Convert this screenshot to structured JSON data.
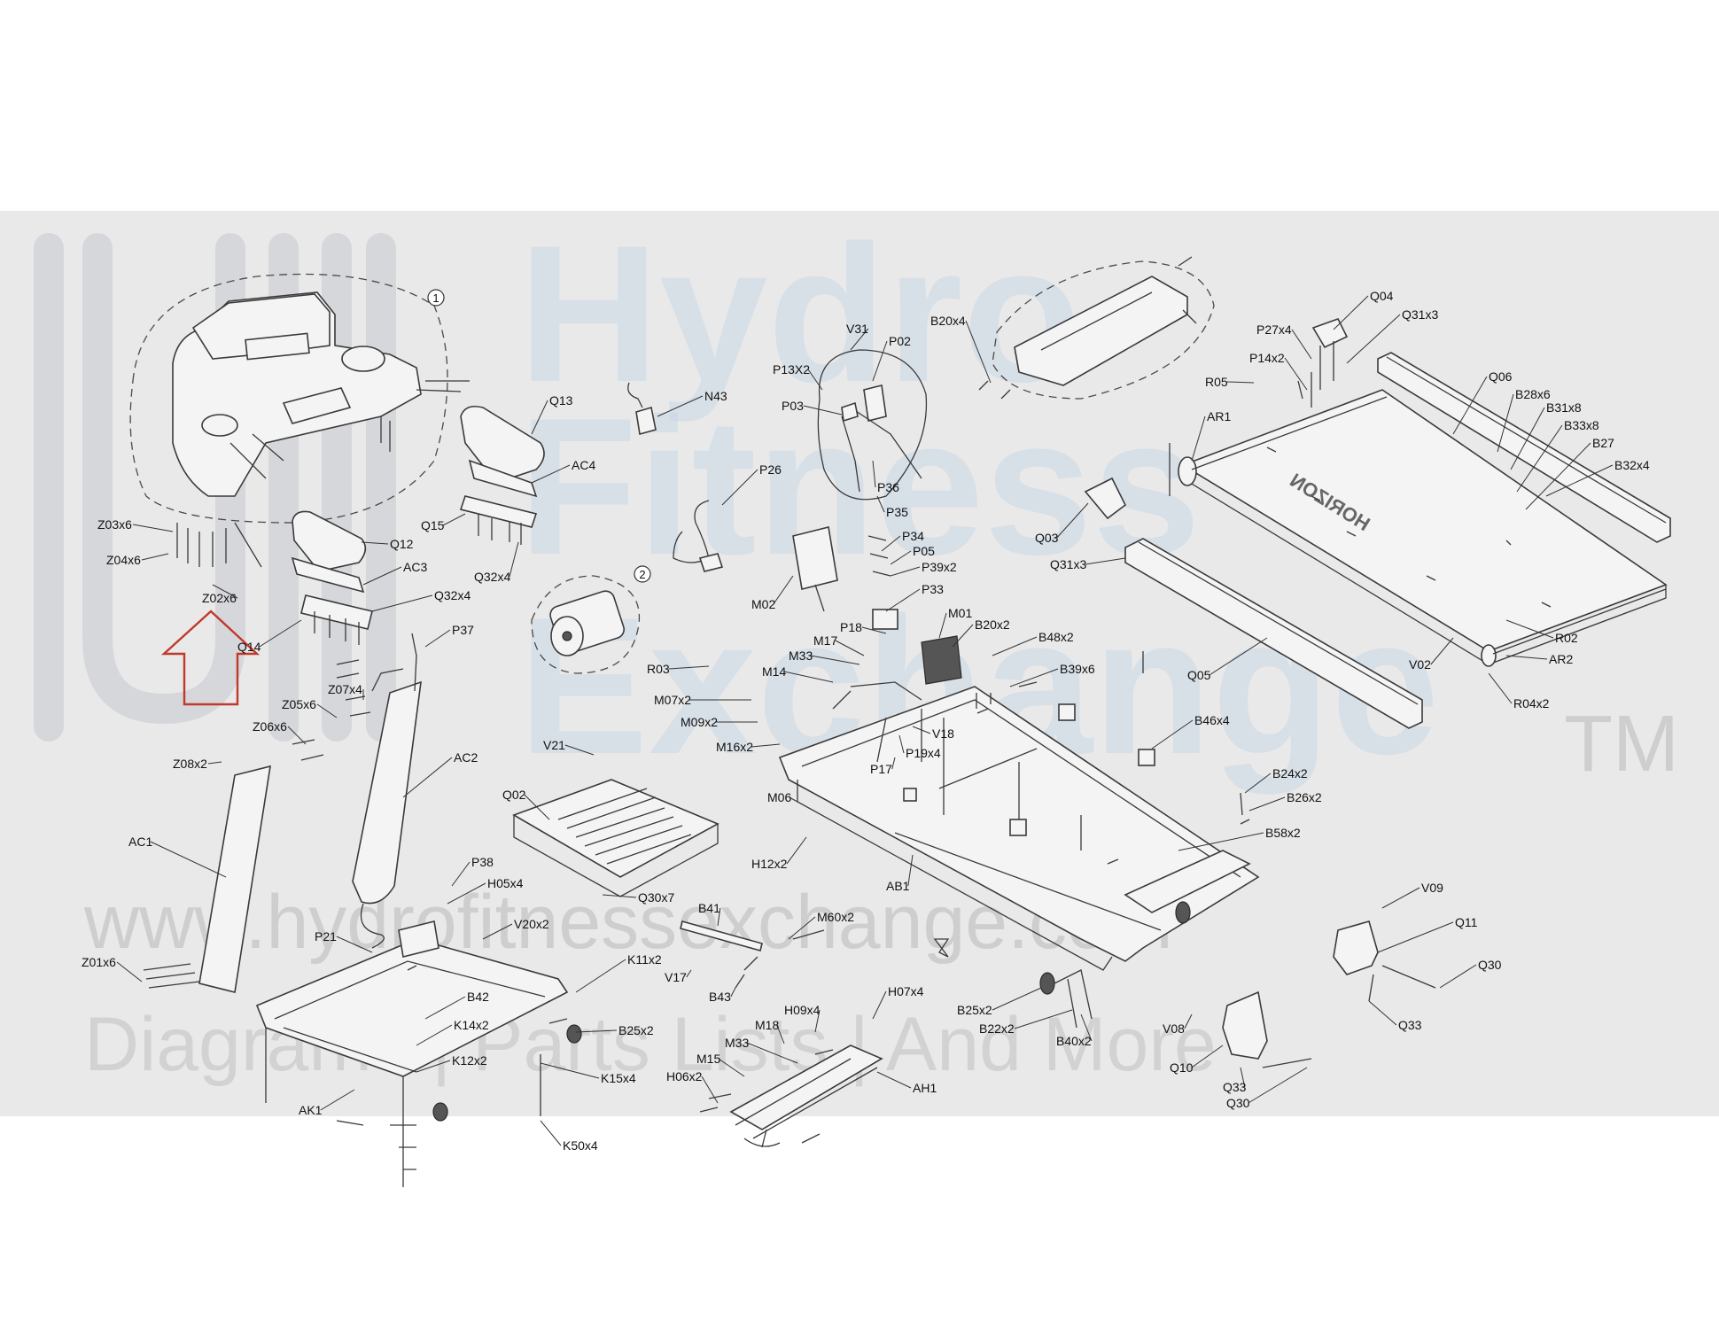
{
  "watermark": {
    "brand_line1": "Hydro",
    "brand_line2": "Fitness",
    "brand_line3": "Exchange",
    "trademark": "TM",
    "url": "www.hydrofitnessexchange.com",
    "tagline": "Diagrams | Parts Lists | And More"
  },
  "callouts": [
    "1",
    "2"
  ],
  "labels": [
    {
      "id": "V31",
      "text": "V31"
    },
    {
      "id": "P02",
      "text": "P02"
    },
    {
      "id": "B20x4",
      "text": "B20x4"
    },
    {
      "id": "Q04",
      "text": "Q04"
    },
    {
      "id": "Q31x3",
      "text": "Q31x3"
    },
    {
      "id": "P27x4",
      "text": "P27x4"
    },
    {
      "id": "P14x2",
      "text": "P14x2"
    },
    {
      "id": "R05",
      "text": "R05"
    },
    {
      "id": "Q06",
      "text": "Q06"
    },
    {
      "id": "B28x6",
      "text": "B28x6"
    },
    {
      "id": "B31x8",
      "text": "B31x8"
    },
    {
      "id": "B33x8",
      "text": "B33x8"
    },
    {
      "id": "B27",
      "text": "B27"
    },
    {
      "id": "B32x4",
      "text": "B32x4"
    },
    {
      "id": "AR1",
      "text": "AR1"
    },
    {
      "id": "P13X2",
      "text": "P13X2"
    },
    {
      "id": "N43",
      "text": "N43"
    },
    {
      "id": "P03",
      "text": "P03"
    },
    {
      "id": "Q13",
      "text": "Q13"
    },
    {
      "id": "AC4",
      "text": "AC4"
    },
    {
      "id": "P36",
      "text": "P36"
    },
    {
      "id": "P35",
      "text": "P35"
    },
    {
      "id": "P26",
      "text": "P26"
    },
    {
      "id": "Q03",
      "text": "Q03"
    },
    {
      "id": "Z03x6",
      "text": "Z03x6"
    },
    {
      "id": "Q15",
      "text": "Q15"
    },
    {
      "id": "Q12",
      "text": "Q12"
    },
    {
      "id": "Z04x6",
      "text": "Z04x6"
    },
    {
      "id": "AC3",
      "text": "AC3"
    },
    {
      "id": "Q32x4a",
      "text": "Q32x4"
    },
    {
      "id": "Q32x4b",
      "text": "Q32x4"
    },
    {
      "id": "Z02x6",
      "text": "Z02x6"
    },
    {
      "id": "P34",
      "text": "P34"
    },
    {
      "id": "P05",
      "text": "P05"
    },
    {
      "id": "P39x2",
      "text": "P39x2"
    },
    {
      "id": "M02",
      "text": "M02"
    },
    {
      "id": "Q31x3b",
      "text": "Q31x3"
    },
    {
      "id": "Q14",
      "text": "Q14"
    },
    {
      "id": "P33",
      "text": "P33"
    },
    {
      "id": "M01",
      "text": "M01"
    },
    {
      "id": "P18",
      "text": "P18"
    },
    {
      "id": "B20x2",
      "text": "B20x2"
    },
    {
      "id": "M17",
      "text": "M17"
    },
    {
      "id": "B48x2",
      "text": "B48x2"
    },
    {
      "id": "P37",
      "text": "P37"
    },
    {
      "id": "M33",
      "text": "M33"
    },
    {
      "id": "R03",
      "text": "R03"
    },
    {
      "id": "M14",
      "text": "M14"
    },
    {
      "id": "B39x6",
      "text": "B39x6"
    },
    {
      "id": "R02",
      "text": "R02"
    },
    {
      "id": "V02",
      "text": "V02"
    },
    {
      "id": "AR2",
      "text": "AR2"
    },
    {
      "id": "Z07x4",
      "text": "Z07x4"
    },
    {
      "id": "Z05x6",
      "text": "Z05x6"
    },
    {
      "id": "M07x2",
      "text": "M07x2"
    },
    {
      "id": "Q05",
      "text": "Q05"
    },
    {
      "id": "R04x2",
      "text": "R04x2"
    },
    {
      "id": "Z06x6",
      "text": "Z06x6"
    },
    {
      "id": "M09x2",
      "text": "M09x2"
    },
    {
      "id": "B46x4",
      "text": "B46x4"
    },
    {
      "id": "V18",
      "text": "V18"
    },
    {
      "id": "P19x4",
      "text": "P19x4"
    },
    {
      "id": "V21",
      "text": "V21"
    },
    {
      "id": "M16x2",
      "text": "M16x2"
    },
    {
      "id": "Z08x2",
      "text": "Z08x2"
    },
    {
      "id": "AC2",
      "text": "AC2"
    },
    {
      "id": "P17",
      "text": "P17"
    },
    {
      "id": "Q02",
      "text": "Q02"
    },
    {
      "id": "B24x2",
      "text": "B24x2"
    },
    {
      "id": "M06",
      "text": "M06"
    },
    {
      "id": "B26x2",
      "text": "B26x2"
    },
    {
      "id": "AC1",
      "text": "AC1"
    },
    {
      "id": "B58x2",
      "text": "B58x2"
    },
    {
      "id": "H12x2",
      "text": "H12x2"
    },
    {
      "id": "P38",
      "text": "P38"
    },
    {
      "id": "H05x4",
      "text": "H05x4"
    },
    {
      "id": "AB1",
      "text": "AB1"
    },
    {
      "id": "V09",
      "text": "V09"
    },
    {
      "id": "Q30x7",
      "text": "Q30x7"
    },
    {
      "id": "B41",
      "text": "B41"
    },
    {
      "id": "V20x2",
      "text": "V20x2"
    },
    {
      "id": "M60x2",
      "text": "M60x2"
    },
    {
      "id": "Q11",
      "text": "Q11"
    },
    {
      "id": "P21",
      "text": "P21"
    },
    {
      "id": "Z01x6",
      "text": "Z01x6"
    },
    {
      "id": "K11x2",
      "text": "K11x2"
    },
    {
      "id": "V17",
      "text": "V17"
    },
    {
      "id": "Q30a",
      "text": "Q30"
    },
    {
      "id": "B43",
      "text": "B43"
    },
    {
      "id": "B42",
      "text": "B42"
    },
    {
      "id": "H07x4",
      "text": "H07x4"
    },
    {
      "id": "B25x2a",
      "text": "B25x2"
    },
    {
      "id": "H09x4",
      "text": "H09x4"
    },
    {
      "id": "B25x2b",
      "text": "B25x2"
    },
    {
      "id": "K14x2",
      "text": "K14x2"
    },
    {
      "id": "M18",
      "text": "M18"
    },
    {
      "id": "Q33a",
      "text": "Q33"
    },
    {
      "id": "B22x2",
      "text": "B22x2"
    },
    {
      "id": "V08",
      "text": "V08"
    },
    {
      "id": "M33b",
      "text": "M33"
    },
    {
      "id": "B40x2",
      "text": "B40x2"
    },
    {
      "id": "K12x2",
      "text": "K12x2"
    },
    {
      "id": "M15",
      "text": "M15"
    },
    {
      "id": "Q10",
      "text": "Q10"
    },
    {
      "id": "K15x4",
      "text": "K15x4"
    },
    {
      "id": "AH1",
      "text": "AH1"
    },
    {
      "id": "Q33b",
      "text": "Q33"
    },
    {
      "id": "H06x2",
      "text": "H06x2"
    },
    {
      "id": "Q30b",
      "text": "Q30"
    },
    {
      "id": "AK1",
      "text": "AK1"
    },
    {
      "id": "K50x4",
      "text": "K50x4"
    }
  ]
}
